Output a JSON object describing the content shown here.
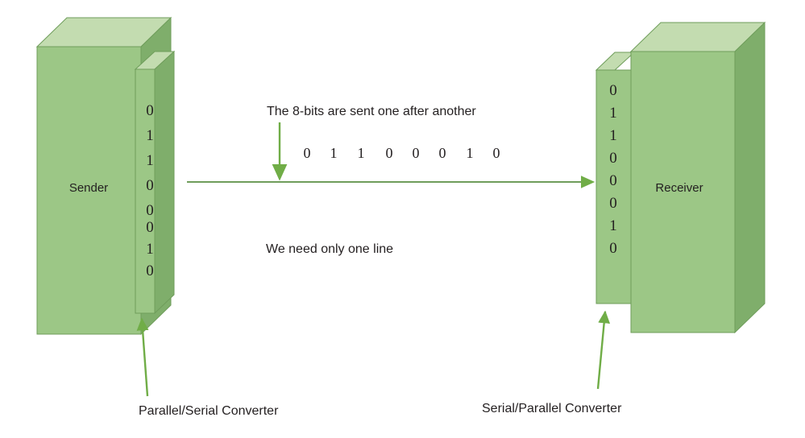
{
  "diagram": {
    "title": "Serial transmission: Parallel/Serial and Serial/Parallel converters",
    "colors": {
      "face_front": "#9cc786",
      "face_top": "#c3dcb0",
      "face_side": "#7fae6b",
      "edge_stroke": "#6f9d5b",
      "arrow_green": "#70ad47",
      "line_green": "#6f9d5b",
      "text_dark": "#231f20",
      "background": "#ffffff"
    },
    "sender": {
      "label": "Sender",
      "register_bits": [
        "0",
        "1",
        "1",
        "0",
        "0",
        "0",
        "1",
        "0"
      ],
      "converter_caption": "Parallel/Serial Converter"
    },
    "receiver": {
      "label": "Receiver",
      "register_bits": [
        "0",
        "1",
        "1",
        "0",
        "0",
        "0",
        "1",
        "0"
      ],
      "converter_caption": "Serial/Parallel Converter"
    },
    "channel": {
      "top_note": "The 8-bits are sent one after another",
      "bitstream": "0  1   1   0   0   0   1   0",
      "bitstream_bits": [
        "0",
        "1",
        "1",
        "0",
        "0",
        "0",
        "1",
        "0"
      ],
      "bottom_note": "We need only one line"
    }
  }
}
